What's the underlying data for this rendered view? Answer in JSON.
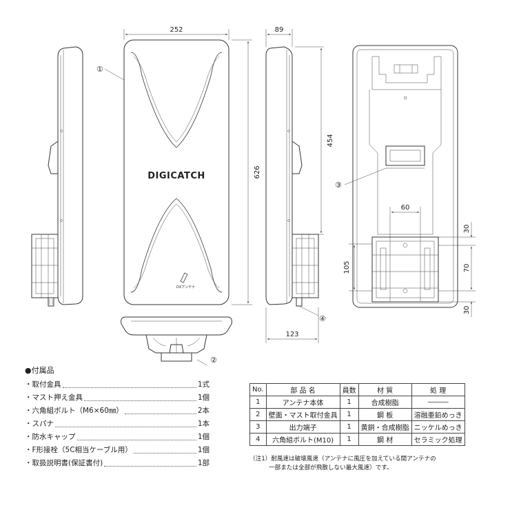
{
  "dimensions": {
    "width_front": "252",
    "depth": "89",
    "height_total": "626",
    "height_side": "454",
    "mount_width": "60",
    "mount_height": "105",
    "mount_gap_top": "30",
    "mount_pitch": "70",
    "mount_gap_bottom": "30",
    "mount_depth": "123"
  },
  "callouts": [
    "①",
    "②",
    "③",
    "④"
  ],
  "logo": {
    "text": "DIGICATCH",
    "brand": "DXアンテナ"
  },
  "accessories": {
    "title": "●付属品",
    "items": [
      {
        "name": "・取付金具",
        "qty": "1式"
      },
      {
        "name": "・マスト押え金具",
        "qty": "1個"
      },
      {
        "name": "・六角組ボルト（M6×60㎜）",
        "qty": "2本"
      },
      {
        "name": "・スパナ",
        "qty": "1本"
      },
      {
        "name": "・防水キャップ",
        "qty": "1個"
      },
      {
        "name": "・F形接栓（5C相当ケーブル用）",
        "qty": "1個"
      },
      {
        "name": "・取扱説明書(保証書付)",
        "qty": "1部"
      }
    ]
  },
  "parts_table": {
    "headers": [
      "No.",
      "部 品 名",
      "員数",
      "材 質",
      "処 理"
    ],
    "rows": [
      [
        "1",
        "アンテナ本体",
        "1",
        "合成樹脂",
        "―――"
      ],
      [
        "2",
        "壁面・マスト取付金具",
        "1",
        "鋼 板",
        "溶融亜鉛めっき"
      ],
      [
        "3",
        "出力端子",
        "1",
        "黄銅・合成樹脂",
        "ニッケルめっき"
      ],
      [
        "4",
        "六角組ボルト(M10)",
        "1",
        "鋼 材",
        "セラミック処理"
      ]
    ]
  },
  "note": {
    "line1": "（注1）耐風速は破壊風速（アンテナに風圧を加えている間アンテナの",
    "line2": "一部または全部が飛散しない最大風速）です。"
  }
}
